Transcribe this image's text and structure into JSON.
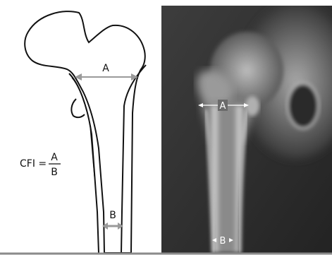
{
  "diagram": {
    "drawing_label_a": "A",
    "drawing_label_b": "B",
    "formula_lhs": "CFI =",
    "formula_numerator": "A",
    "formula_denominator": "B"
  },
  "xray": {
    "label_a": "A",
    "label_b": "B"
  }
}
